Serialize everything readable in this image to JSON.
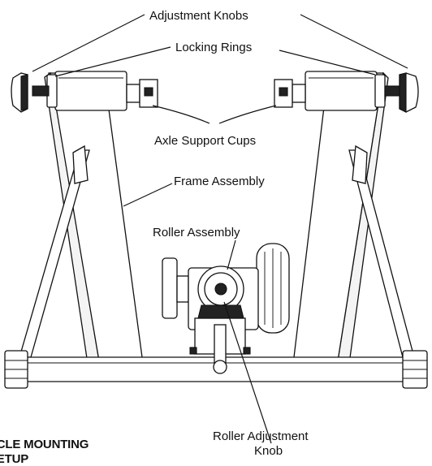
{
  "labels": {
    "adjustment_knobs": "Adjustment Knobs",
    "locking_rings": "Locking Rings",
    "axle_support_cups": "Axle Support Cups",
    "frame_assembly": "Frame Assembly",
    "roller_assembly": "Roller Assembly",
    "roller_adjustment_line1": "Roller Adjustment",
    "roller_adjustment_line2": "Knob"
  },
  "heading": {
    "line1": "YCLE MOUNTING",
    "line2": "SETUP"
  }
}
